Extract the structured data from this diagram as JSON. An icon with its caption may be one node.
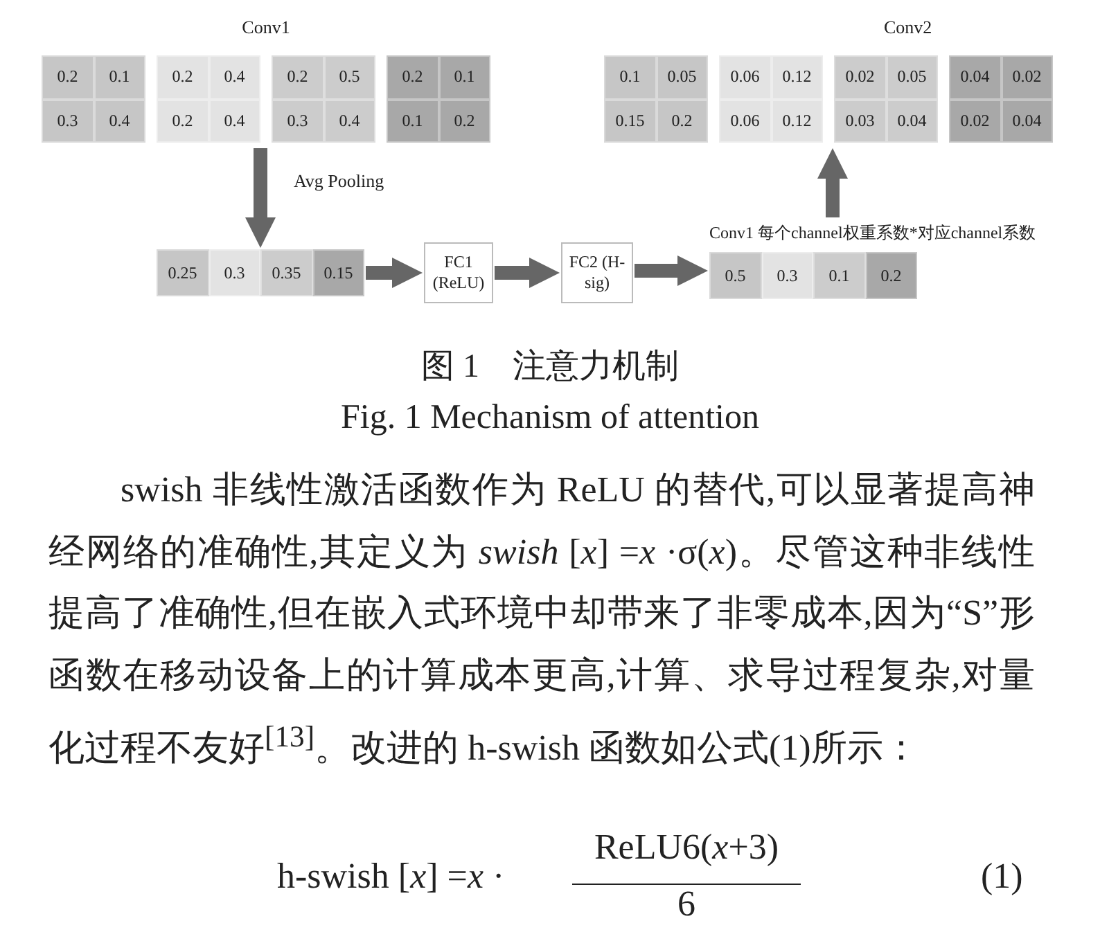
{
  "diagram": {
    "caption": "图 1　注意力机制",
    "nodes": [
      {
        "text": [
          "Conv1"
        ]
      },
      {
        "text": [],
        "shape": "box",
        "in": 0
      },
      {
        "text": [],
        "shape": "box",
        "in": 0
      },
      {
        "text": [],
        "shape": "box",
        "in": 0
      },
      {
        "text": [],
        "shape": "box",
        "in": 0
      },
      {
        "text": [
          "0.2"
        ],
        "in": 1
      },
      {
        "text": [
          "0.1"
        ],
        "in": 1
      },
      {
        "text": [
          "0.3"
        ],
        "in": 1
      },
      {
        "text": [
          "0.4"
        ],
        "in": 1
      },
      {
        "text": [
          "0.2"
        ],
        "in": 2
      },
      {
        "text": [
          "0.4"
        ],
        "in": 2
      },
      {
        "text": [
          "0.2"
        ],
        "in": 2
      },
      {
        "text": [
          "0.4"
        ],
        "in": 2
      },
      {
        "text": [
          "0.2"
        ],
        "in": 3
      },
      {
        "text": [
          "0.5"
        ],
        "in": 3
      },
      {
        "text": [
          "0.3"
        ],
        "in": 3
      },
      {
        "text": [
          "0.4"
        ],
        "in": 3
      },
      {
        "text": [
          "0.2"
        ],
        "in": 4
      },
      {
        "text": [
          "0.1"
        ],
        "in": 4
      },
      {
        "text": [
          "0.1"
        ],
        "in": 4
      },
      {
        "text": [
          "0.2"
        ],
        "in": 4
      },
      {
        "text": [],
        "shape": "bar"
      },
      {
        "text": [
          "0.25"
        ],
        "in": 21
      },
      {
        "text": [
          "0.3"
        ],
        "in": 21
      },
      {
        "text": [
          "0.35"
        ],
        "in": 21
      },
      {
        "text": [
          "0.15"
        ],
        "in": 21
      },
      {
        "text": [
          "FC1 (ReLU)"
        ]
      },
      {
        "text": [
          "FC2 (H-sig)"
        ]
      },
      {
        "text": [],
        "shape": "bar",
        "beside": [
          "Conv1 每个channel权重系数*对应channel系数"
        ]
      },
      {
        "text": [
          "0.5"
        ],
        "in": 28
      },
      {
        "text": [
          "0.3"
        ],
        "in": 28
      },
      {
        "text": [
          "0.1"
        ],
        "in": 28
      },
      {
        "text": [
          "0.2"
        ],
        "in": 28
      },
      {
        "text": [
          "Conv2"
        ]
      },
      {
        "text": [],
        "shape": "box",
        "in": 33
      },
      {
        "text": [],
        "shape": "box",
        "in": 33
      },
      {
        "text": [],
        "shape": "box",
        "in": 33
      },
      {
        "text": [],
        "shape": "box",
        "in": 33
      },
      {
        "text": [
          "0.1"
        ],
        "in": 34
      },
      {
        "text": [
          "0.05"
        ],
        "in": 34
      },
      {
        "text": [
          "0.15"
        ],
        "in": 34
      },
      {
        "text": [
          "0.2"
        ],
        "in": 34
      },
      {
        "text": [
          "0.06"
        ],
        "in": 35
      },
      {
        "text": [
          "0.12"
        ],
        "in": 35
      },
      {
        "text": [
          "0.06"
        ],
        "in": 35
      },
      {
        "text": [
          "0.12"
        ],
        "in": 35
      },
      {
        "text": [
          "0.02"
        ],
        "in": 36
      },
      {
        "text": [
          "0.05"
        ],
        "in": 36
      },
      {
        "text": [
          "0.03"
        ],
        "in": 36
      },
      {
        "text": [
          "0.04"
        ],
        "in": 36
      },
      {
        "text": [
          "0.04"
        ],
        "in": 37
      },
      {
        "text": [
          "0.02"
        ],
        "in": 37
      },
      {
        "text": [
          "0.02"
        ],
        "in": 37
      },
      {
        "text": [
          "0.04"
        ],
        "in": 37
      }
    ],
    "edges": [
      {
        "from": 0,
        "to": 21,
        "arrow": "to",
        "label": "Avg Pooling"
      },
      {
        "from": 21,
        "to": 26,
        "arrow": "to"
      },
      {
        "from": 26,
        "to": 27,
        "arrow": "to"
      },
      {
        "from": 27,
        "to": 28,
        "arrow": "to"
      },
      {
        "from": 28,
        "to": 33,
        "arrow": "to"
      }
    ],
    "labels": [
      "Fig. 1 Mechanism of attention",
      "swish 非线性激活函数作为 ReLU 的替代,可以显著提高神经网络的准确性,其定义为 *swish* [*x*] =*x* ·σ(*x*)。尽管这种非线性提高了准确性,但在嵌入式环境中却带来了非零成本,因为“S”形函数在移动设备上的计算成本更高,计算、求导过程复杂,对量化过程不友好$^{[13]}$。改进的 h-swish 函数如公式(1)所示：",
      "h-swish [*x*] =*x* ·",
      "ReLU6(*x*+3)",
      "6",
      "(1)"
    ]
  }
}
